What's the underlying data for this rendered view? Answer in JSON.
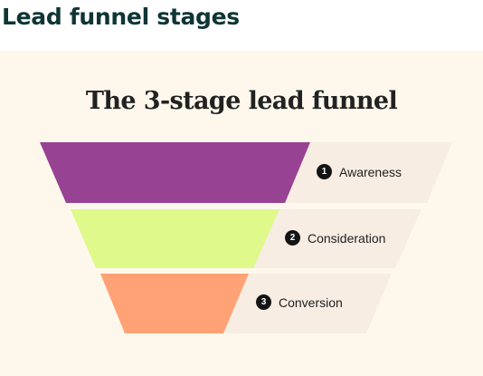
{
  "page": {
    "heading": "Lead funnel stages"
  },
  "diagram": {
    "title": "The 3-stage lead funnel",
    "colors": {
      "card_background": "#fef8ec",
      "label_band": "#f7ede2",
      "number_badge": "#141414"
    },
    "stages": [
      {
        "number": "1",
        "label": "Awareness",
        "color": "#984294"
      },
      {
        "number": "2",
        "label": "Consideration",
        "color": "#dff98b"
      },
      {
        "number": "3",
        "label": "Conversion",
        "color": "#ffa275"
      }
    ]
  }
}
